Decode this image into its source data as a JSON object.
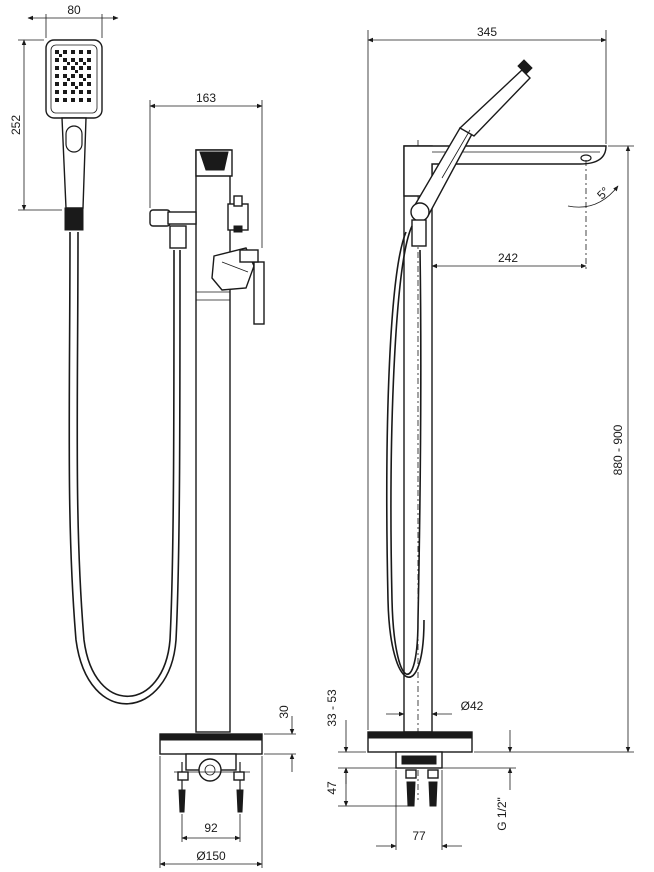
{
  "dimensions": {
    "handshower_width": "80",
    "handshower_height": "252",
    "mixer_projection": "163",
    "total_depth": "345",
    "spout_reach": "242",
    "spout_angle": "5°",
    "total_height": "880 - 900",
    "base_height": "30",
    "rough_in_depth": "33 - 53",
    "column_diameter": "Ø42",
    "mount_height": "47",
    "connection_thread": "G 1/2\"",
    "fixing_spacing": "92",
    "base_diameter": "Ø150",
    "connector_width": "77"
  }
}
